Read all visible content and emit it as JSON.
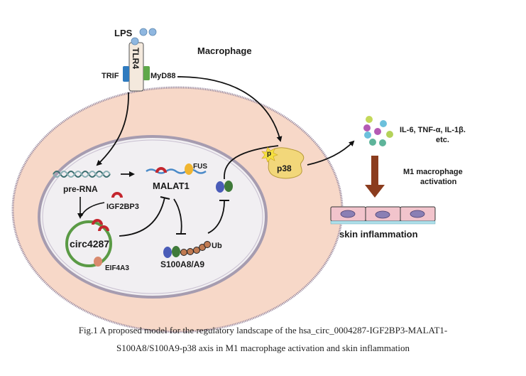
{
  "labels": {
    "lps": "LPS",
    "tlr4": "TLR4",
    "trif": "TRIF",
    "myd88": "MyD88",
    "macrophage": "Macrophage",
    "pre_rna": "pre-RNA",
    "malat1": "MALAT1",
    "fus": "FUS",
    "igf2bp3": "IGF2BP3",
    "circ4287": "circ4287",
    "eif4a3": "EIF4A3",
    "s100a8a9": "S100A8/A9",
    "ub": "Ub",
    "p38": "p38",
    "phospho": "p",
    "cytokines_line1": "IL-6, TNF-α, IL-1β.",
    "cytokines_line2": "etc.",
    "m1_line1": "M1 macrophage",
    "m1_line2": "activation",
    "skin": "skin inflammation"
  },
  "caption": {
    "line1": "Fig.1 A proposed model for the regulatory landscape of the hsa_circ_0004287-IGF2BP3-MALAT1-",
    "line2": "S100A8/S100A9-p38 axis in M1 macrophage activation and skin inflammation"
  },
  "colors": {
    "cell_fill": "#f7d8c8",
    "cell_border": "#9a8aa0",
    "nucleus_fill": "#f1eff2",
    "nucleus_border": "#a69cb0",
    "lps": "#8fb7e0",
    "trif": "#2f7bbf",
    "myd88": "#5fa84a",
    "igf2bp3": "#c4262e",
    "fus": "#f0b530",
    "circ": "#5a9a45",
    "eif4a3": "#d98a6e",
    "s100a8": "#4a5cb8",
    "s100a9": "#3f7a3a",
    "ub": "#c07a52",
    "p38": "#f2d77a",
    "arrow_brown": "#8b3c1e",
    "skin_cell": "#f2c4cc",
    "skin_nucleus": "#8a7fb4",
    "skin_base": "#aee0ea"
  }
}
